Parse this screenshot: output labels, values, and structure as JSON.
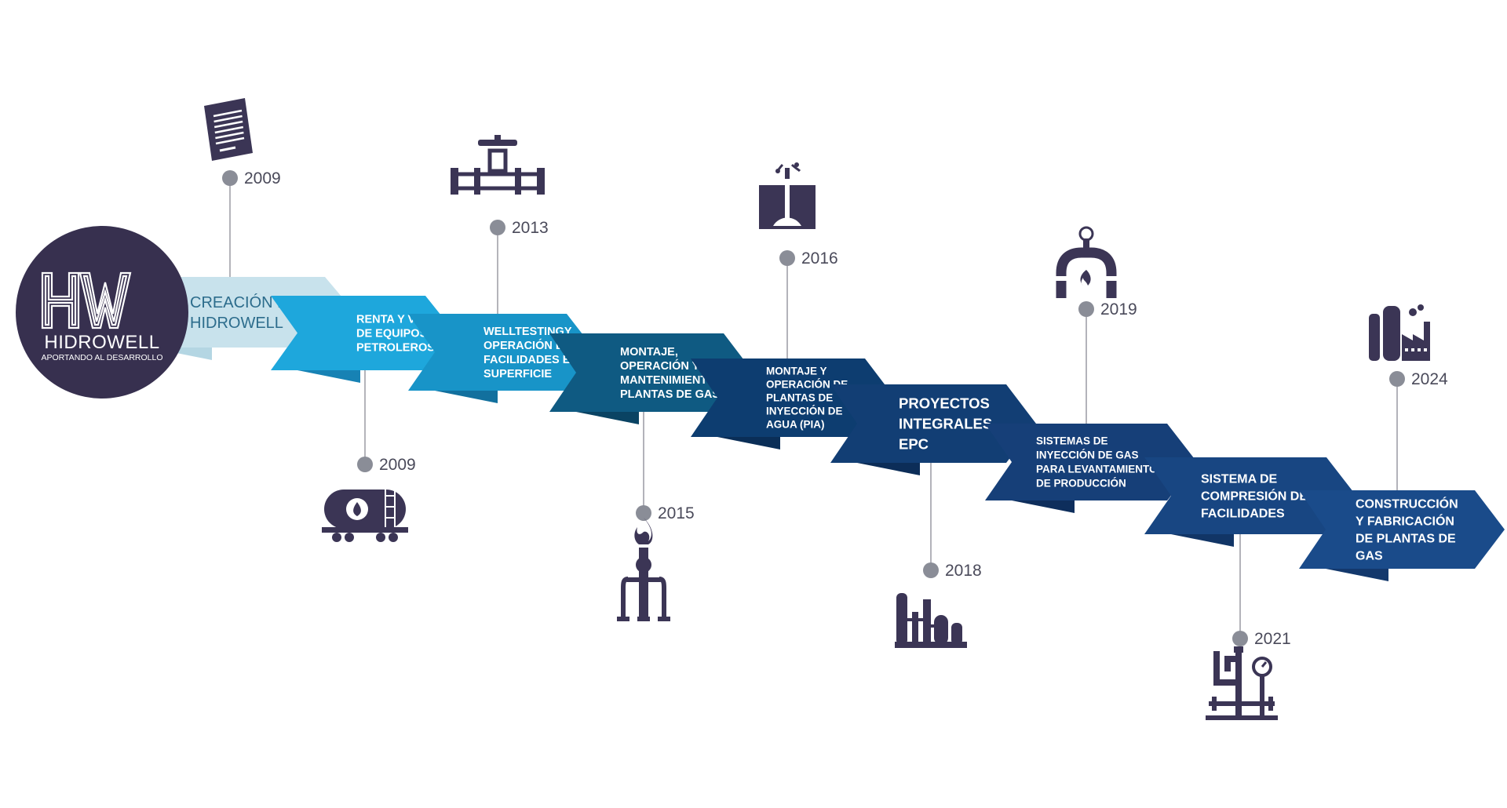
{
  "logo": {
    "mark": "HW",
    "name": "HIDROWELL",
    "tagline": "APORTANDO AL DESARROLLO"
  },
  "colors": {
    "logo_circle": "#37304f",
    "icon": "#3b3555",
    "connector": "#9a9aa3",
    "dot": "#8a8d97",
    "year_text": "#4a4a5a"
  },
  "stages": [
    {
      "lines": [
        "CREACIÓN DE",
        "HIDROWELL"
      ],
      "fill": "#c8e2ec",
      "fold": "#b4d6e3",
      "text_color": "#2c6c8c"
    },
    {
      "lines": [
        "RENTA Y VENTA",
        "DE EQUIPOS",
        "PETROLEROS"
      ],
      "fill": "#1ea7dc",
      "fold": "#1782b4",
      "text_color": "#ffffff"
    },
    {
      "lines": [
        "WELLTESTINGY",
        "OPERACIÓN DE",
        "FACILIDADES EN",
        "SUPERFICIE"
      ],
      "fill": "#1894c8",
      "fold": "#12709e",
      "text_color": "#ffffff"
    },
    {
      "lines": [
        "MONTAJE,",
        "OPERACIÓN Y",
        "MANTENIMIENTO DE",
        "PLANTAS DE GAS"
      ],
      "fill": "#0f5a82",
      "fold": "#0a4363",
      "text_color": "#ffffff"
    },
    {
      "lines": [
        "MONTAJE Y",
        "OPERACIÓN DE",
        "PLANTAS DE",
        "INYECCIÓN DE",
        "AGUA (PIA)"
      ],
      "fill": "#0d3d70",
      "fold": "#0a2e57",
      "text_color": "#ffffff"
    },
    {
      "lines": [
        "PROYECTOS",
        "INTEGRALES",
        "EPC"
      ],
      "fill": "#123e74",
      "fold": "#0c2d58",
      "text_color": "#ffffff"
    },
    {
      "lines": [
        "SISTEMAS DE",
        "INYECCIÓN DE GAS",
        "PARA LEVANTAMIENTO",
        "DE PRODUCCIÓN"
      ],
      "fill": "#163f78",
      "fold": "#0e2e5c",
      "text_color": "#ffffff"
    },
    {
      "lines": [
        "SISTEMA DE",
        "COMPRESIÓN DE",
        "FACILIDADES"
      ],
      "fill": "#184682",
      "fold": "#113566",
      "text_color": "#ffffff"
    },
    {
      "lines": [
        "CONSTRUCCIÓN",
        "Y FABRICACIÓN",
        "DE PLANTAS DE",
        "GAS"
      ],
      "fill": "#1a4b8a",
      "fold": "#13386c",
      "text_color": "#ffffff"
    }
  ],
  "milestones": [
    {
      "year": "2009",
      "icon": "document-icon"
    },
    {
      "year": "2009",
      "icon": "tanker-wagon-icon"
    },
    {
      "year": "2013",
      "icon": "pipeline-valve-icon"
    },
    {
      "year": "2015",
      "icon": "gas-flare-icon"
    },
    {
      "year": "2016",
      "icon": "water-injection-well-icon"
    },
    {
      "year": "2018",
      "icon": "refinery-plant-icon"
    },
    {
      "year": "2019",
      "icon": "gas-heater-pipe-icon"
    },
    {
      "year": "2021",
      "icon": "pressure-gauge-pipes-icon"
    },
    {
      "year": "2024",
      "icon": "gas-factory-icon"
    }
  ]
}
